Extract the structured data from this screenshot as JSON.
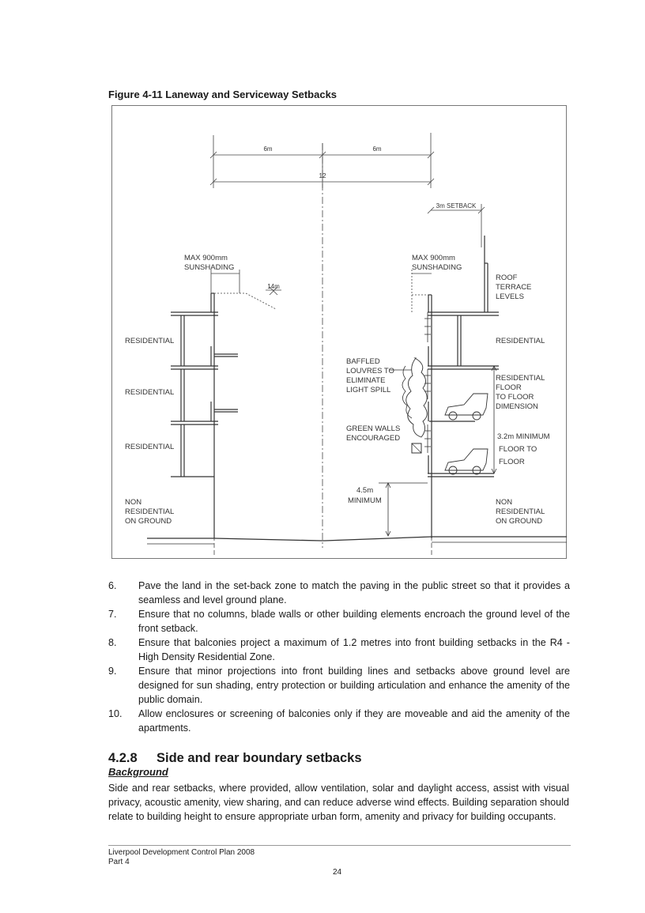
{
  "figure": {
    "caption": "Figure 4-11 Laneway and Serviceway Setbacks",
    "labels": {
      "dim_left": "6m",
      "dim_right": "6m",
      "dim_total": "12",
      "setback": "3m SETBACK",
      "max_left_1": "MAX 900mm",
      "max_left_2": "SUNSHADING",
      "max_right_1": "MAX 900mm",
      "max_right_2": "SUNSHADING",
      "height_14": "14m",
      "roof_1": "ROOF",
      "roof_2": "TERRACE",
      "roof_3": "LEVELS",
      "res_left_1": "RESIDENTIAL",
      "res_left_2": "RESIDENTIAL",
      "res_left_3": "RESIDENTIAL",
      "res_right_1": "RESIDENTIAL",
      "nonres_left_1": "NON",
      "nonres_left_2": "RESIDENTIAL",
      "nonres_left_3": "ON GROUND",
      "nonres_right_1": "NON",
      "nonres_right_2": "RESIDENTIAL",
      "nonres_right_3": "ON GROUND",
      "baffled_1": "BAFFLED",
      "baffled_2": "LOUVRES TO",
      "baffled_3": "ELIMINATE",
      "baffled_4": "LIGHT SPILL",
      "green_1": "GREEN WALLS",
      "green_2": "ENCOURAGED",
      "ftf_1": "RESIDENTIAL",
      "ftf_2": "FLOOR",
      "ftf_3": "TO FLOOR",
      "ftf_4": "DIMENSION",
      "min32_1": "3.2m MINIMUM",
      "min32_2": "FLOOR TO",
      "min32_3": "FLOOR",
      "min45_1": "4.5m",
      "min45_2": "MINIMUM"
    }
  },
  "list": [
    {
      "num": "6.",
      "text": "Pave the land in the set-back zone to match the paving in the public street so that it provides a seamless and level ground plane."
    },
    {
      "num": "7.",
      "text": "Ensure that no columns, blade walls or other building elements encroach the ground level of the front setback."
    },
    {
      "num": "8.",
      "text": "Ensure that balconies project a maximum of 1.2 metres into front building setbacks in the R4 - High Density Residential Zone."
    },
    {
      "num": "9.",
      "text": "Ensure that minor projections into front building lines and setbacks above ground level are designed for sun shading, entry protection or building articulation and enhance the amenity of the public domain."
    },
    {
      "num": "10.",
      "text": "Allow enclosures or screening of balconies only if they are moveable and aid the amenity of the apartments."
    }
  ],
  "section": {
    "number": "4.2.8",
    "title": "Side and rear boundary setbacks",
    "subheading": "Background",
    "paragraph": "Side and rear setbacks, where provided, allow ventilation, solar and daylight access, assist with visual privacy, acoustic amenity, view sharing, and can reduce adverse wind effects. Building separation should relate to building height to ensure appropriate urban form, amenity and privacy for building occupants."
  },
  "footer": {
    "line1": "Liverpool Development Control Plan 2008",
    "line2": "Part 4",
    "page": "24"
  }
}
